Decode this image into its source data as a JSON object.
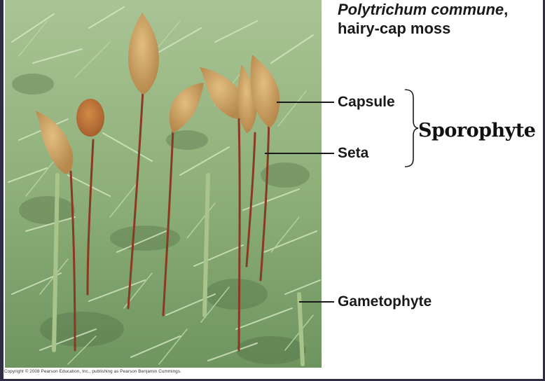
{
  "figure": {
    "title_italic": "Polytrichum commune",
    "title_comma": ",",
    "title_line2": "hairy-cap moss",
    "copyright": "Copyright © 2008 Pearson Education, Inc., publishing as Pearson Benjamin Cummings.",
    "photo_description": "Photograph of hairy-cap moss with capsules on reddish setae above green leafy gametophytes",
    "labels": {
      "capsule": "Capsule",
      "seta": "Seta",
      "gametophyte": "Gametophyte",
      "sporophyte": "Sporophyte"
    },
    "colors": {
      "frame": "#2e2d44",
      "background": "#ffffff",
      "text": "#1a1a1a",
      "moss_green": "#8fae7c",
      "capsule_tan": "#c99a5c",
      "seta_red": "#8a3a22"
    }
  }
}
